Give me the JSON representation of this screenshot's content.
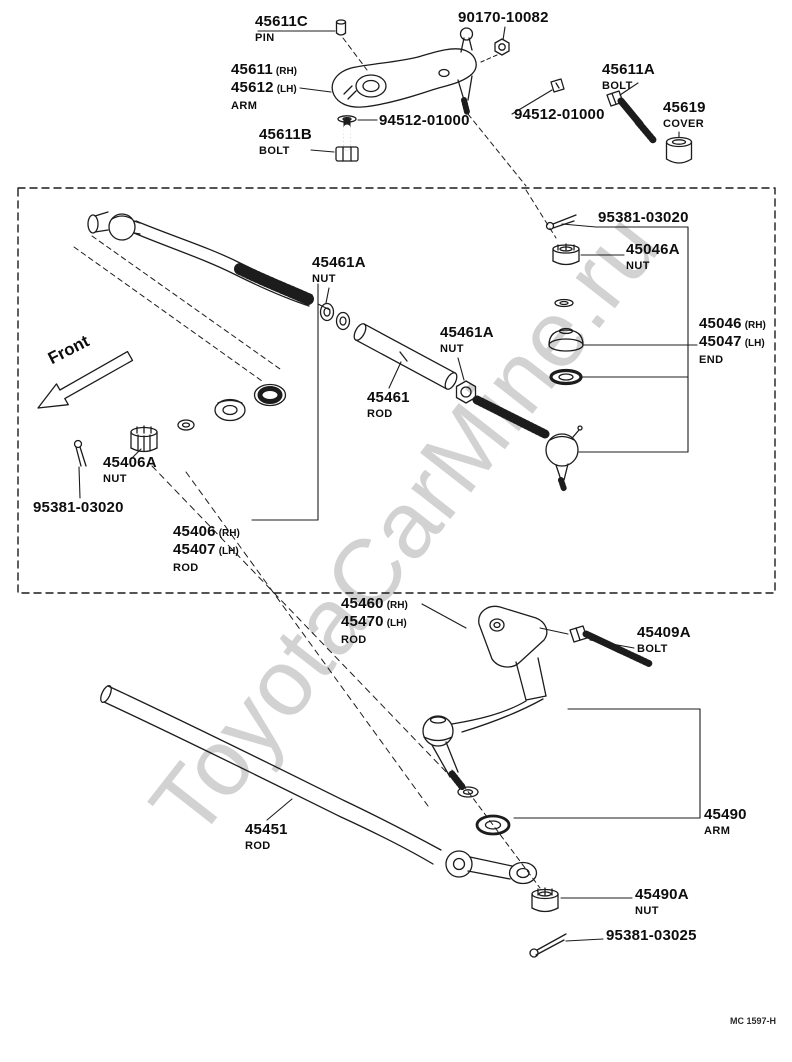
{
  "page": {
    "watermark": "ToyotaCarMine.ru",
    "doc_code": "MC 1597-H",
    "front_arrow": "Front"
  },
  "labels": {
    "pin_45611c": {
      "part": "45611C",
      "role": "PIN"
    },
    "nut_90170": {
      "part": "90170-10082"
    },
    "arm_45611": {
      "rh_part": "45611",
      "rh_tag": "(RH)",
      "lh_part": "45612",
      "lh_tag": "(LH)",
      "role": "ARM"
    },
    "bolt_45611a": {
      "part": "45611A",
      "role": "BOLT"
    },
    "cover_45619": {
      "part": "45619",
      "role": "COVER"
    },
    "bolt_45611b": {
      "part": "45611B",
      "role": "BOLT"
    },
    "washer_94512_left": {
      "part": "94512-01000"
    },
    "washer_94512_right": {
      "part": "94512-01000"
    },
    "pin_95381_top": {
      "part": "95381-03020"
    },
    "nut_45046a": {
      "part": "45046A",
      "role": "NUT"
    },
    "nut_45461a_upper": {
      "part": "45461A",
      "role": "NUT"
    },
    "nut_45461a_lower": {
      "part": "45461A",
      "role": "NUT"
    },
    "end_45046": {
      "rh_part": "45046",
      "rh_tag": "(RH)",
      "lh_part": "45047",
      "lh_tag": "(LH)",
      "role": "END"
    },
    "rod_45461": {
      "part": "45461",
      "role": "ROD"
    },
    "nut_45406a": {
      "part": "45406A",
      "role": "NUT"
    },
    "pin_95381_left": {
      "part": "95381-03020"
    },
    "rod_45406": {
      "rh_part": "45406",
      "rh_tag": "(RH)",
      "lh_part": "45407",
      "lh_tag": "(LH)",
      "role": "ROD"
    },
    "rod_45460": {
      "rh_part": "45460",
      "rh_tag": "(RH)",
      "lh_part": "45470",
      "lh_tag": "(LH)",
      "role": "ROD"
    },
    "bolt_45409a": {
      "part": "45409A",
      "role": "BOLT"
    },
    "rod_45451": {
      "part": "45451",
      "role": "ROD"
    },
    "arm_45490": {
      "part": "45490",
      "role": "ARM"
    },
    "nut_45490a": {
      "part": "45490A",
      "role": "NUT"
    },
    "pin_95381_bottom": {
      "part": "95381-03025"
    }
  }
}
